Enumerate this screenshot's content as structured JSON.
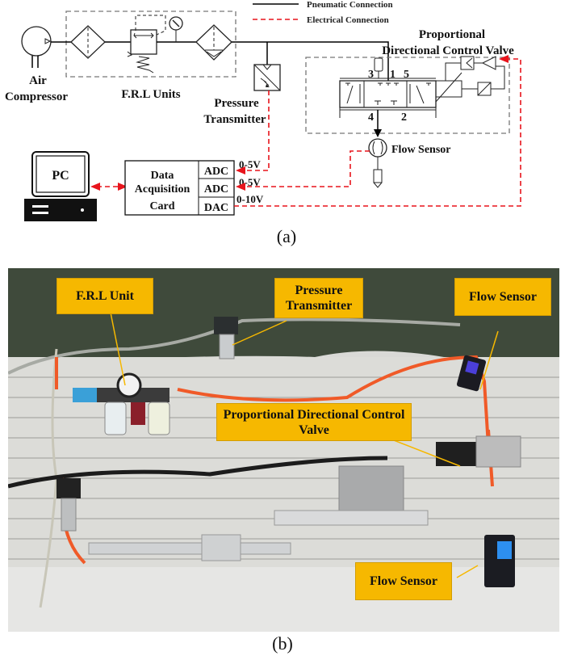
{
  "figure": {
    "part_a": {
      "caption": "(a)",
      "legend": [
        {
          "label": "Pneumatic Connection",
          "style": "solid",
          "color": "#000000"
        },
        {
          "label": "Electrical Connection",
          "style": "dashed",
          "color": "#e8141c"
        }
      ],
      "components": {
        "air_compressor": [
          "Air",
          "Compressor"
        ],
        "frl_units": "F.R.L Units",
        "pressure_transmitter": [
          "Pressure",
          "Transmitter"
        ],
        "valve": [
          "Proportional",
          "Directional Control Valve"
        ],
        "flow_sensor": "Flow Sensor",
        "pc": "PC",
        "daq": [
          "Data",
          "Acquisition",
          "Card"
        ],
        "daq_ports": [
          "ADC",
          "ADC",
          "DAC"
        ],
        "signal_ranges": [
          "0-5V",
          "0-5V",
          "0-10V"
        ],
        "valve_ports": [
          "3",
          "1",
          "5",
          "4",
          "2"
        ]
      }
    },
    "part_b": {
      "caption": "(b)",
      "callouts": [
        {
          "id": "frl",
          "text": "F.R.L Unit"
        },
        {
          "id": "pressure",
          "text": "Pressure Transmitter"
        },
        {
          "id": "flow-top",
          "text": "Flow Sensor"
        },
        {
          "id": "valve",
          "text": "Proportional Directional Control Valve"
        },
        {
          "id": "flow-bottom",
          "text": "Flow Sensor"
        }
      ],
      "colors": {
        "callout": "#f6b800",
        "tube": "#f05a28",
        "backdrop": "#3f4a3b",
        "rail": "#d9d9d6"
      }
    }
  }
}
